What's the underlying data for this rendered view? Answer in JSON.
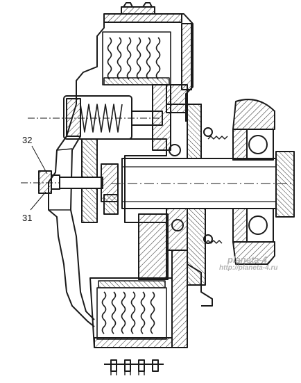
{
  "callouts": {
    "part_32": "32",
    "part_31": "31"
  },
  "watermark": {
    "logo": "planeta-4",
    "url": "http://planeta-4.ru"
  },
  "colors": {
    "ink": "#1a1a1a",
    "hatch": "#333333",
    "paper": "#ffffff",
    "watermark": "#b5b5b5"
  }
}
